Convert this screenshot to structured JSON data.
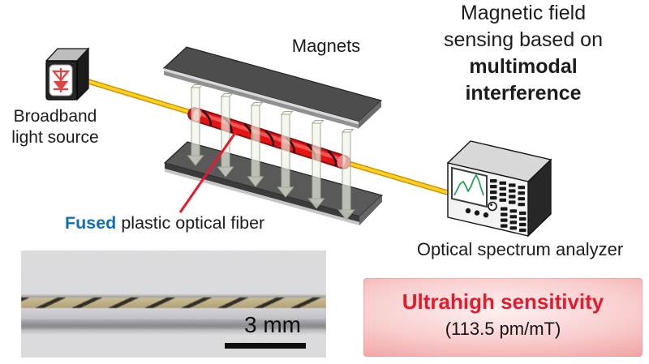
{
  "scene": {
    "background": "#ffffff",
    "title": {
      "line1": "Magnetic field",
      "line2": "sensing based on",
      "line3": "multimodal",
      "line4": "interference"
    },
    "labels": {
      "magnets": "Magnets",
      "light_source_line1": "Broadband",
      "light_source_line2": "light source",
      "fiber_highlight": "Fused",
      "fiber_rest": "plastic optical fiber",
      "analyzer": "Optical spectrum analyzer"
    },
    "sensitivity": {
      "heading": "Ultrahigh sensitivity",
      "value": "(113.5 pm/mT)"
    },
    "micrograph": {
      "scale_label": "3 mm"
    },
    "icons": {
      "light_source": "led-diode-icon",
      "analyzer": "spectrum-analyzer-icon",
      "field_arrows": "magnetic-field-arrow-icon"
    },
    "colors": {
      "accent_blue": "#0f70b8",
      "accent_red": "#e8192c",
      "fiber_yellow": "#ffd21f",
      "fiber_red": "#e51414",
      "magnet_gray": "#4d4d4d",
      "arrow_green": "#eef4e6",
      "spectrum_green": "#27a35c",
      "panel_pink_center": "#fdf1f1",
      "panel_pink_edge": "#f1a2a2"
    }
  }
}
